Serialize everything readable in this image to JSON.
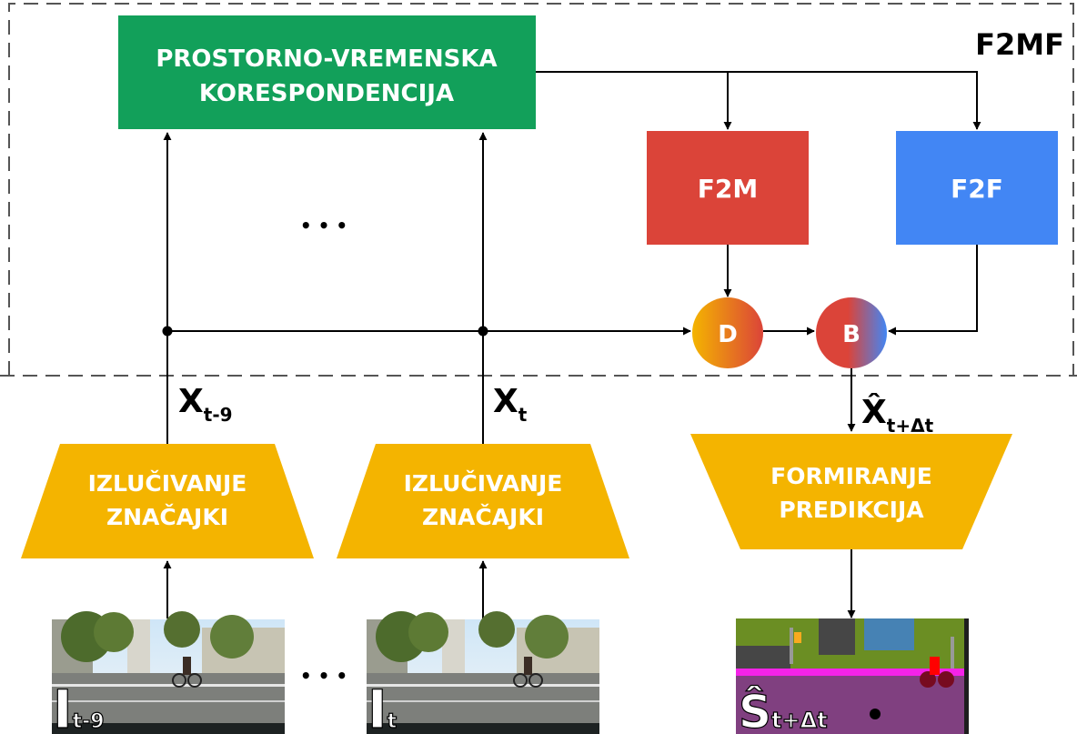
{
  "colors": {
    "green": "#12A05A",
    "red": "#DB4439",
    "blue": "#4286F4",
    "yellow": "#F4B400",
    "orange_gradient": [
      "#F4B400",
      "#DB4439"
    ],
    "blend_gradient": [
      "#DB4439",
      "#4286F4"
    ],
    "line": "#000000",
    "dash": "#555555"
  },
  "boundary": {
    "title": "F2MF"
  },
  "nodes": {
    "correspondence": {
      "line1": "PROSTORNO-VREMENSKA",
      "line2": "KORESPONDENCIJA"
    },
    "f2m": {
      "label": "F2M"
    },
    "f2f": {
      "label": "F2F"
    },
    "d": {
      "label": "D"
    },
    "b": {
      "label": "B"
    },
    "fe1": {
      "line1": "IZLUČIVANJE",
      "line2": "ZNAČAJKI"
    },
    "fe2": {
      "line1": "IZLUČIVANJE",
      "line2": "ZNAČAJKI"
    },
    "pred": {
      "line1": "FORMIRANJE",
      "line2": "PREDIKCIJA"
    }
  },
  "features": {
    "x1": {
      "base": "X",
      "sub": "t-9"
    },
    "x2": {
      "base": "X",
      "sub": "t"
    },
    "xhat": {
      "base": "X̂",
      "sub": "t+Δt"
    }
  },
  "images": {
    "i1": {
      "base": "I",
      "sub": "t-9"
    },
    "i2": {
      "base": "I",
      "sub": "t"
    },
    "s": {
      "base": "Ŝ",
      "sub": "t+Δt"
    }
  },
  "ellipsis": {
    "top": "• • •",
    "bottom": "• • •"
  }
}
